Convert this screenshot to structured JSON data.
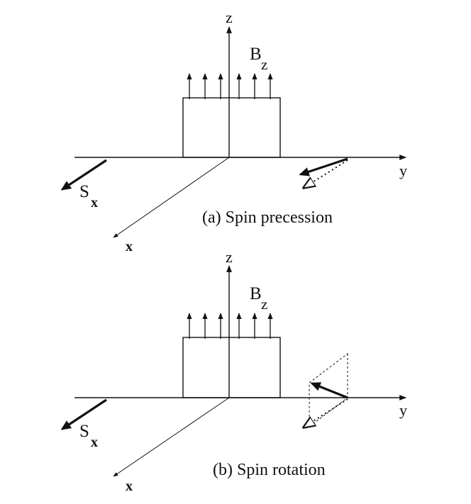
{
  "panels": [
    {
      "id": "a",
      "caption": "(a) Spin precession",
      "z_axis_label": "z",
      "y_axis_label": "y",
      "x_axis_label": "x",
      "field_label_main": "B",
      "field_label_sub": "z",
      "spin_label_main": "S",
      "spin_label_sub": "x"
    },
    {
      "id": "b",
      "caption": "(b) Spin rotation",
      "z_axis_label": "z",
      "y_axis_label": "y",
      "x_axis_label": "x",
      "field_label_main": "B",
      "field_label_sub": "z",
      "spin_label_main": "S",
      "spin_label_sub": "x"
    }
  ]
}
